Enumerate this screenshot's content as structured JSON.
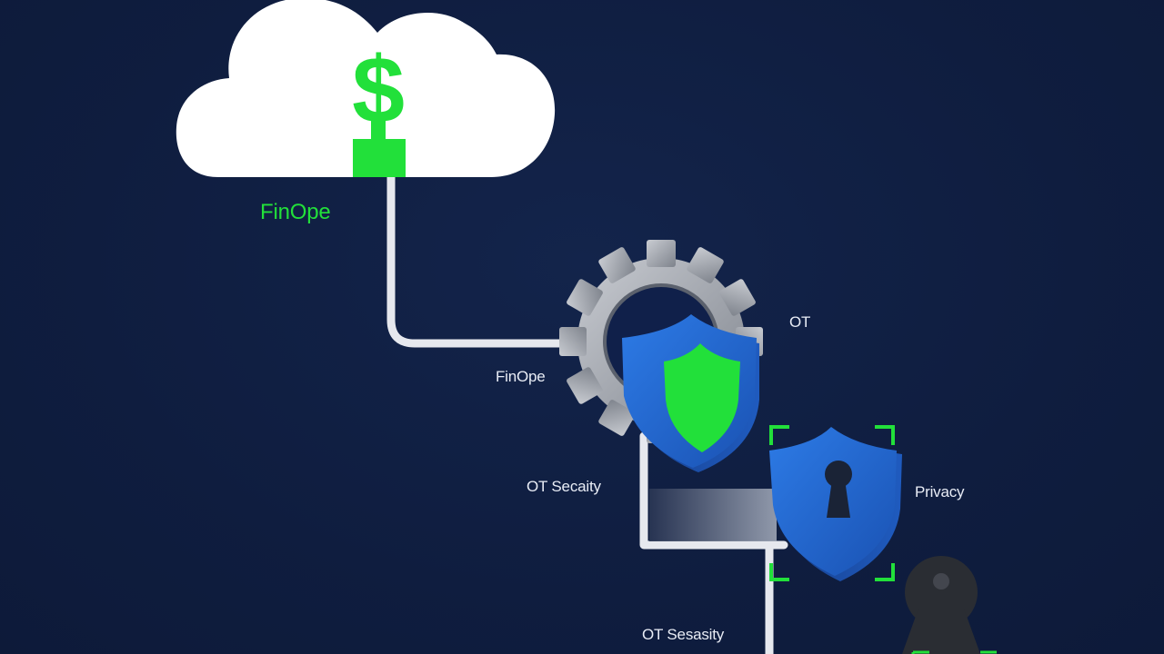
{
  "labels": {
    "finops_green": "FinOpe",
    "finops_white": "FinOpe",
    "ot_top": "OT",
    "ot_security_mid": "OT Secaity",
    "privacy": "Privacy",
    "ot_security_bottom": "OT Sesasity"
  },
  "icons": {
    "cloud": "cloud-icon",
    "dollar": "dollar-sign-icon",
    "gear": "gear-icon",
    "shield_green": "shield-icon",
    "shield_lock": "shield-lock-icon",
    "keyhole": "keyhole-icon"
  },
  "colors": {
    "background": "#0f1d3f",
    "accent_green": "#22e03a",
    "shield_blue": "#1f63c9",
    "gear_gray": "#9a9ea6",
    "line_white": "#e6e8ee"
  }
}
